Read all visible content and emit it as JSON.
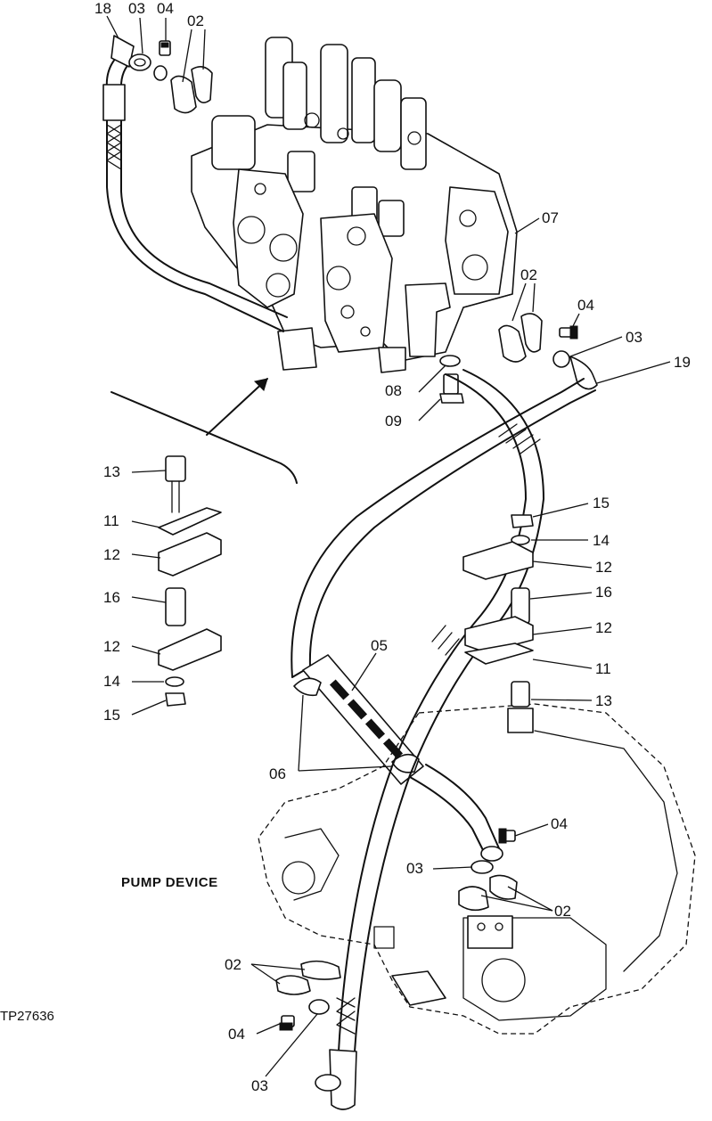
{
  "figure": {
    "reference": "TP27636",
    "pump_label": "PUMP DEVICE"
  },
  "callouts": [
    {
      "id": "c18a",
      "text": "18"
    },
    {
      "id": "c03a",
      "text": "03"
    },
    {
      "id": "c04a",
      "text": "04"
    },
    {
      "id": "c02a",
      "text": "02"
    },
    {
      "id": "c07",
      "text": "07"
    },
    {
      "id": "c02b",
      "text": "02"
    },
    {
      "id": "c04b",
      "text": "04"
    },
    {
      "id": "c03b",
      "text": "03"
    },
    {
      "id": "c19",
      "text": "19"
    },
    {
      "id": "c08",
      "text": "08"
    },
    {
      "id": "c09",
      "text": "09"
    },
    {
      "id": "c13a",
      "text": "13"
    },
    {
      "id": "c11a",
      "text": "11"
    },
    {
      "id": "c12a",
      "text": "12"
    },
    {
      "id": "c16a",
      "text": "16"
    },
    {
      "id": "c12b",
      "text": "12"
    },
    {
      "id": "c14a",
      "text": "14"
    },
    {
      "id": "c15a",
      "text": "15"
    },
    {
      "id": "c15b",
      "text": "15"
    },
    {
      "id": "c14b",
      "text": "14"
    },
    {
      "id": "c12c",
      "text": "12"
    },
    {
      "id": "c16b",
      "text": "16"
    },
    {
      "id": "c12d",
      "text": "12"
    },
    {
      "id": "c11b",
      "text": "11"
    },
    {
      "id": "c13b",
      "text": "13"
    },
    {
      "id": "c05",
      "text": "05"
    },
    {
      "id": "c06",
      "text": "06"
    },
    {
      "id": "c04c",
      "text": "04"
    },
    {
      "id": "c03c",
      "text": "03"
    },
    {
      "id": "c02c",
      "text": "02"
    },
    {
      "id": "c02d",
      "text": "02"
    },
    {
      "id": "c04d",
      "text": "04"
    },
    {
      "id": "c03d",
      "text": "03"
    }
  ]
}
